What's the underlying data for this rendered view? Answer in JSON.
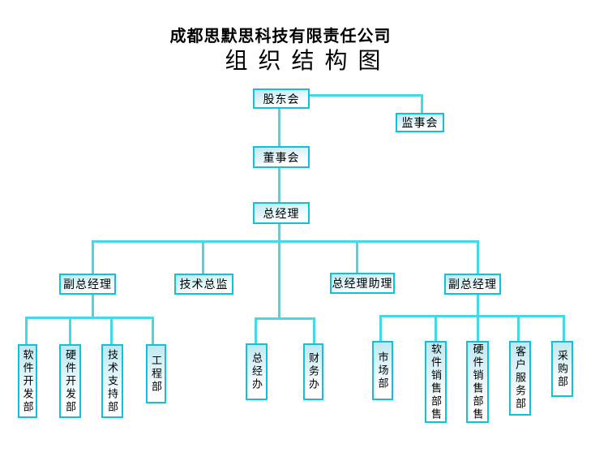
{
  "title": {
    "line1": "成都思默思科技有限责任公司",
    "line2": "组织结构图"
  },
  "colors": {
    "connector": "#45d9e8",
    "box_border": "#0ec2d8",
    "box_fill_top": "#bde8f2",
    "box_fill_bottom": "#ffffff",
    "text": "#000000"
  },
  "nodes": {
    "shareholders_meeting": "股东会",
    "supervisory_board": "监事会",
    "board_of_directors": "董事会",
    "general_manager": "总经理",
    "deputy_gm_left": "副总经理",
    "tech_director": "技术总监",
    "gm_assistant": "总经理助理",
    "deputy_gm_right": "副总经理",
    "software_dev_dept": "软件开发部",
    "hardware_dev_dept": "硬件开发部",
    "tech_support_dept": "技术支持部",
    "engineering_dept": "工程部",
    "gm_office": "总经办",
    "finance_office": "财务办",
    "marketing_dept": "市场部",
    "software_sales_dept": "软件销售部售",
    "hardware_sales_dept": "硬件销售部售",
    "customer_service_dept": "客户服务部",
    "purchasing_dept": "采购部"
  }
}
